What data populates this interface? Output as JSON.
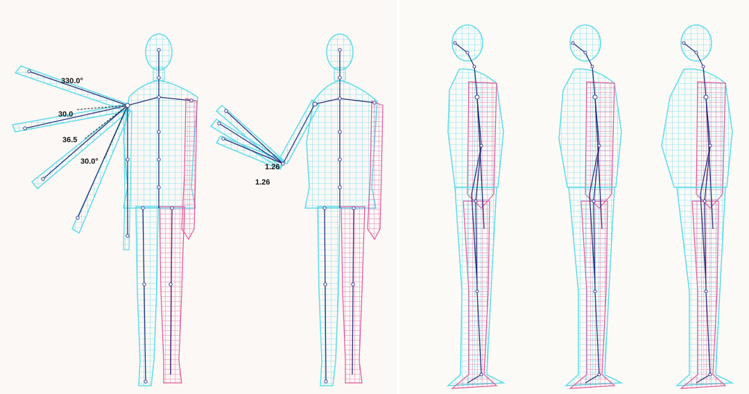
{
  "colors": {
    "body_mesh": "#6fe6ee",
    "body_mesh_dark": "#3fcfe0",
    "pink_mesh": "#e0569a",
    "skeleton": "#2a2f7a",
    "joint": "#3b3b8f"
  },
  "panel_left": {
    "figures": [
      "front-view-figure-angles",
      "front-view-figure-lengths"
    ],
    "angle_labels": [
      "330.0°",
      "30.0",
      "36.5",
      "30.0°"
    ],
    "length_labels": [
      "1.26",
      "1.26"
    ]
  },
  "panel_right": {
    "figures": [
      "side-view-figure-slim",
      "side-view-figure-medium",
      "side-view-figure-large"
    ]
  }
}
